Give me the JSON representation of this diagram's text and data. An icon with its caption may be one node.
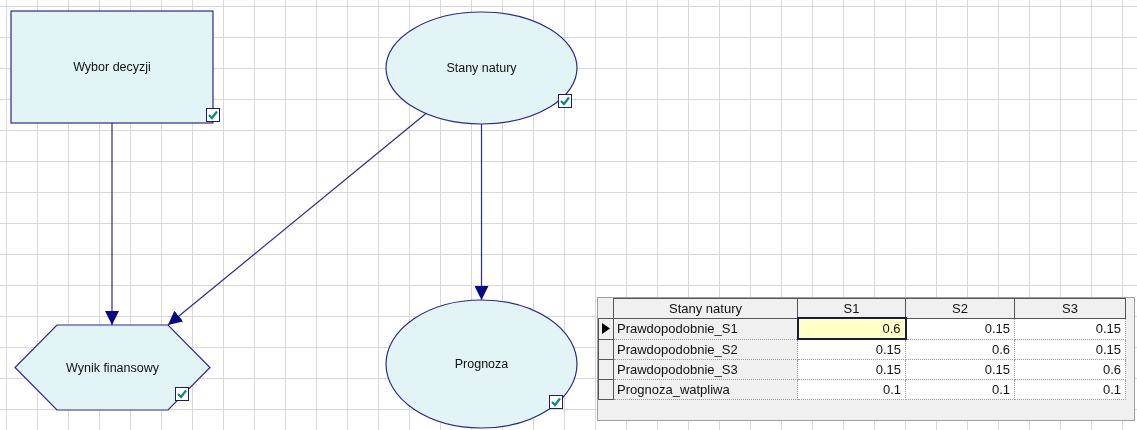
{
  "diagram": {
    "nodes": [
      {
        "text": [
          "Wybor decyzji"
        ]
      },
      {
        "text": [
          "Stany natury"
        ]
      },
      {
        "text": [
          "Wynik finansowy"
        ]
      },
      {
        "text": [
          "Prognoza"
        ]
      }
    ],
    "edges": [
      {
        "from": 0,
        "to": 2,
        "arrow": "to"
      },
      {
        "from": 1,
        "to": 2,
        "arrow": "to"
      },
      {
        "from": 1,
        "to": 3,
        "arrow": "to"
      }
    ],
    "labels": [
      "Stany natury",
      "S1",
      "S2",
      "S3",
      "Prawdopodobnie_S1",
      "0.6",
      "0.15",
      "0.15",
      "Prawdopodobnie_S2",
      "0.15",
      "0.6",
      "0.15",
      "Prawdopodobnie_S3",
      "0.15",
      "0.15",
      "0.6",
      "Prognoza_watpliwa",
      "0.1",
      "0.1",
      "0.1"
    ]
  }
}
